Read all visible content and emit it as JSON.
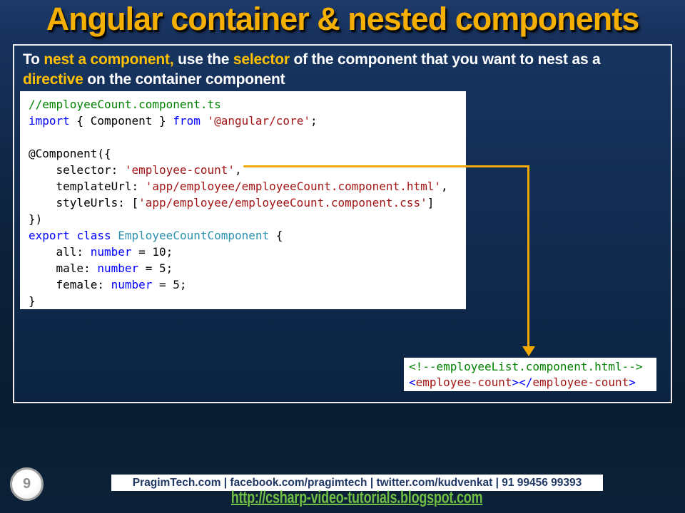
{
  "slide": {
    "title": "Angular container & nested components",
    "page_number": "9"
  },
  "description": {
    "segments": [
      {
        "t": "To ",
        "c": "plain"
      },
      {
        "t": "nest a component,",
        "c": "hl"
      },
      {
        "t": " use the ",
        "c": "plain"
      },
      {
        "t": "selector",
        "c": "hl"
      },
      {
        "t": " of the component that you want to nest as a",
        "c": "plain"
      },
      {
        "t": "",
        "c": "br"
      },
      {
        "t": "directive",
        "c": "hl"
      },
      {
        "t": " on the container component",
        "c": "plain"
      }
    ]
  },
  "code_main": {
    "file_label": "employeeCount.component.ts",
    "lines": [
      [
        {
          "t": "//employeeCount.component.ts",
          "c": "comment"
        }
      ],
      [
        {
          "t": "import",
          "c": "keyword"
        },
        {
          "t": " { Component } ",
          "c": "plain"
        },
        {
          "t": "from",
          "c": "keyword"
        },
        {
          "t": " ",
          "c": "plain"
        },
        {
          "t": "'@angular/core'",
          "c": "string"
        },
        {
          "t": ";",
          "c": "plain"
        }
      ],
      [],
      [
        {
          "t": "@Component({",
          "c": "plain"
        }
      ],
      [
        {
          "t": "    selector: ",
          "c": "plain"
        },
        {
          "t": "'employee-count'",
          "c": "string"
        },
        {
          "t": ",",
          "c": "plain"
        }
      ],
      [
        {
          "t": "    templateUrl: ",
          "c": "plain"
        },
        {
          "t": "'app/employee/employeeCount.component.html'",
          "c": "string"
        },
        {
          "t": ",",
          "c": "plain"
        }
      ],
      [
        {
          "t": "    styleUrls: [",
          "c": "plain"
        },
        {
          "t": "'app/employee/employeeCount.component.css'",
          "c": "string"
        },
        {
          "t": "]",
          "c": "plain"
        }
      ],
      [
        {
          "t": "})",
          "c": "plain"
        }
      ],
      [
        {
          "t": "export",
          "c": "keyword"
        },
        {
          "t": " ",
          "c": "plain"
        },
        {
          "t": "class",
          "c": "keyword"
        },
        {
          "t": " ",
          "c": "plain"
        },
        {
          "t": "EmployeeCountComponent",
          "c": "type"
        },
        {
          "t": " {",
          "c": "plain"
        }
      ],
      [
        {
          "t": "    all: ",
          "c": "plain"
        },
        {
          "t": "number",
          "c": "keyword"
        },
        {
          "t": " = 10;",
          "c": "plain"
        }
      ],
      [
        {
          "t": "    male: ",
          "c": "plain"
        },
        {
          "t": "number",
          "c": "keyword"
        },
        {
          "t": " = 5;",
          "c": "plain"
        }
      ],
      [
        {
          "t": "    female: ",
          "c": "plain"
        },
        {
          "t": "number",
          "c": "keyword"
        },
        {
          "t": " = 5;",
          "c": "plain"
        }
      ],
      [
        {
          "t": "}",
          "c": "plain"
        }
      ]
    ]
  },
  "code_usage": {
    "file_label": "employeeList.component.html",
    "lines": [
      [
        {
          "t": "<!--employeeList.component.html-->",
          "c": "comment"
        }
      ],
      [
        {
          "t": "<",
          "c": "keyword"
        },
        {
          "t": "employee-count",
          "c": "string"
        },
        {
          "t": ">",
          "c": "keyword"
        },
        {
          "t": "</",
          "c": "keyword"
        },
        {
          "t": "employee-count",
          "c": "string"
        },
        {
          "t": ">",
          "c": "keyword"
        }
      ]
    ]
  },
  "footer": {
    "contact": "PragimTech.com | facebook.com/pragimtech | twitter.com/kudvenkat | 91 99456 99393",
    "url": "http://csharp-video-tutorials.blogspot.com"
  },
  "colors": {
    "background_navy": "#0C2038",
    "title_gold": "#F5AF00",
    "highlight_gold": "#FFC000",
    "arrow_gold": "#F2A900",
    "url_green": "#71BF44",
    "contact_navy": "#1F3864",
    "code_comment_green": "#008000",
    "code_keyword_blue": "#0000FF",
    "code_string_maroon": "#A31515",
    "code_type_teal": "#2B91AF"
  }
}
